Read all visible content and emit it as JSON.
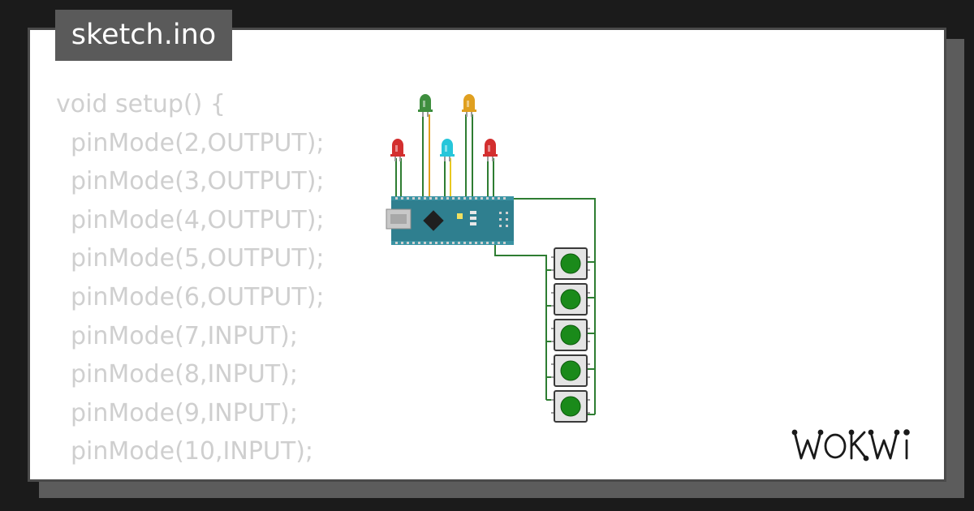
{
  "file_tab": {
    "name": "sketch.ino"
  },
  "code": {
    "lines": [
      {
        "text": "void setup() {",
        "indent": false
      },
      {
        "text": "pinMode(2,OUTPUT);",
        "indent": true
      },
      {
        "text": "pinMode(3,OUTPUT);",
        "indent": true
      },
      {
        "text": "pinMode(4,OUTPUT);",
        "indent": true
      },
      {
        "text": "pinMode(5,OUTPUT);",
        "indent": true
      },
      {
        "text": "pinMode(6,OUTPUT);",
        "indent": true
      },
      {
        "text": "pinMode(7,INPUT);",
        "indent": true
      },
      {
        "text": "pinMode(8,INPUT);",
        "indent": true
      },
      {
        "text": "pinMode(9,INPUT);",
        "indent": true
      },
      {
        "text": "pinMode(10,INPUT);",
        "indent": true
      },
      {
        "text": "}",
        "indent": false
      }
    ]
  },
  "circuit": {
    "board": "arduino-nano",
    "leds": [
      {
        "color": "#d32f2f",
        "name": "red-led-1"
      },
      {
        "color": "#3e8e3e",
        "name": "green-led"
      },
      {
        "color": "#26c6da",
        "name": "cyan-led"
      },
      {
        "color": "#e0a020",
        "name": "yellow-led"
      },
      {
        "color": "#d32f2f",
        "name": "red-led-2"
      }
    ],
    "button_count": 5,
    "button_color": "#1a8a1a"
  },
  "brand": {
    "logo": "WOKWI"
  },
  "colors": {
    "background": "#1b1b1b",
    "card": "#ffffff",
    "code_text": "#cfcfcf",
    "wire": "#2e7d32",
    "board": "#2f7f8f"
  }
}
